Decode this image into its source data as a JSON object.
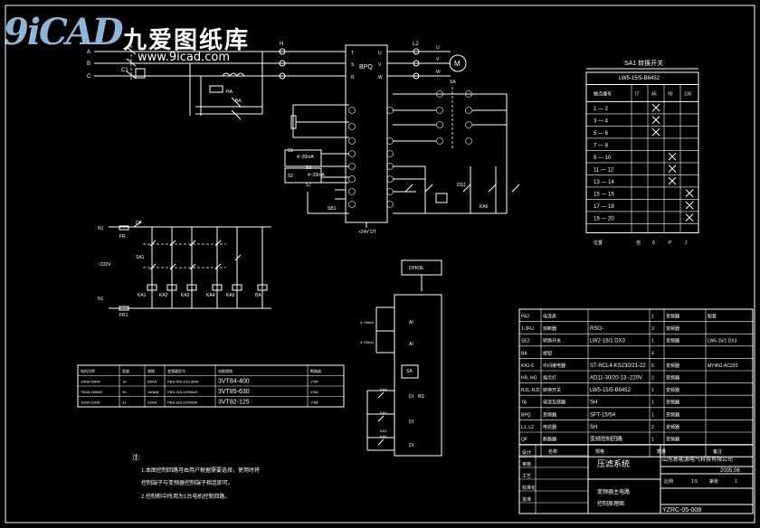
{
  "watermark": {
    "brand_mark": "9iCAD",
    "brand_name": "九爱图纸库",
    "url": "www.9icad.com"
  },
  "colors": {
    "background": "#000000",
    "lines": "#ffffff",
    "logo": "#8fb4d6"
  },
  "power": {
    "inputs": [
      "A",
      "B",
      "C"
    ],
    "breaker": "QF",
    "contactor": "C1",
    "drive_label": "BPQ",
    "drive_in_terminals": [
      "T",
      "S",
      "R"
    ],
    "drive_out_terminals": [
      "U",
      "V",
      "W"
    ],
    "output_reactor": "L2",
    "motor": "M",
    "bottom_voltage": "+24V DT",
    "analog_signal_1": "4~20mA",
    "analog_signal_2": "4~20mA",
    "labels": [
      "H",
      "HA",
      "BA",
      "SA",
      "DS1",
      "KA6",
      "S1",
      "S2",
      "S3",
      "S7",
      "SB1"
    ]
  },
  "control": {
    "neutral": "N1",
    "breaker": "QF",
    "voltage": "~220V",
    "labels": [
      "FR",
      "SA1",
      "KA1",
      "KA2",
      "KA3",
      "KA4",
      "KA5",
      "BA",
      "FR1",
      "N1"
    ]
  },
  "plc": {
    "label": "DPK0E",
    "module": "BS",
    "signals": [
      "AI",
      "DI",
      "SA",
      "KA4",
      "KA5",
      "KA6",
      "KA1",
      "4~20mA"
    ]
  },
  "sa1_table": {
    "title": "SA1 转换开关",
    "model": "LW5-15/5-B6452",
    "header": [
      "触点编号",
      "I7",
      "45",
      "90",
      "135"
    ],
    "rows": [
      {
        "contact": "1 — 2",
        "marks": [
          0,
          1,
          0,
          0
        ]
      },
      {
        "contact": "3 — 4",
        "marks": [
          0,
          1,
          0,
          0
        ]
      },
      {
        "contact": "5 — 6",
        "marks": [
          0,
          1,
          0,
          0
        ]
      },
      {
        "contact": "7 — 8",
        "marks": [
          0,
          0,
          0,
          0
        ]
      },
      {
        "contact": "9 — 10",
        "marks": [
          0,
          0,
          1,
          0
        ]
      },
      {
        "contact": "11 — 12",
        "marks": [
          0,
          0,
          1,
          0
        ]
      },
      {
        "contact": "13 — 14",
        "marks": [
          0,
          0,
          1,
          0
        ]
      },
      {
        "contact": "15 — 16",
        "marks": [
          0,
          0,
          0,
          1
        ]
      },
      {
        "contact": "17 — 18",
        "marks": [
          0,
          0,
          0,
          1
        ]
      },
      {
        "contact": "19 — 20",
        "marks": [
          0,
          0,
          0,
          1
        ]
      }
    ],
    "footer": [
      "位置",
      "自",
      "0",
      "P",
      "J"
    ]
  },
  "motor_table": {
    "header": [
      "电机功率",
      "容量",
      "规格",
      "变频器型号",
      "电缆规格",
      "断路器"
    ],
    "rows": [
      [
        "15kW-55kW",
        "18",
        "55kW",
        "PBS-500-2/21.8kW",
        "3VT84-400",
        "1*5A"
      ],
      [
        "75kW-160kW",
        "30",
        "160kW",
        "PBS-315-2/200kW",
        "3VT85-630",
        "1*5A"
      ],
      [
        "11kW-22kW",
        "31",
        "22kW",
        "PBS-315-2/200kW",
        "3VT82-125",
        "1*5A"
      ]
    ]
  },
  "bom_table": {
    "rows": [
      [
        "PA2",
        "电流表",
        "",
        "1",
        "变频器",
        "配套"
      ],
      [
        "1-3FU",
        "熔断器",
        "RSO-",
        "3",
        "变频器",
        ""
      ],
      [
        "SE2",
        "转换开关",
        "LW2-16/1 DX3",
        "1",
        "变频器",
        "LW5-15/1 DX3"
      ],
      [
        "BA",
        "按钮",
        "",
        "4",
        "",
        ""
      ],
      [
        "KA1-6",
        "中间继电器",
        "ST-RCL4-KS230/21-22",
        "5",
        "变频器",
        "MY4NJ-AC220"
      ],
      [
        "HR, HG",
        "指示灯",
        "AD11-30/20-13 -220V",
        "2",
        "变频器",
        ""
      ],
      [
        "RJ1, RJ2",
        "转换开关",
        "LW5-15/5-B6452",
        "1",
        "变频器",
        ""
      ],
      [
        "TA",
        "电流互感器",
        "SH",
        "1",
        "变频器",
        ""
      ],
      [
        "BPQ",
        "变频器",
        "SFT-15/5A",
        "1",
        "变频器",
        ""
      ],
      [
        "L1, L2",
        "电抗器",
        "SH",
        "2",
        "变频器",
        ""
      ],
      [
        "QF",
        "断路器",
        "变频控制回路",
        "1",
        "变频器",
        ""
      ]
    ],
    "header": [
      "",
      "名称",
      "规格",
      "数量",
      "",
      "备注"
    ]
  },
  "title_block": {
    "company": "山东新能源电气科技有限公司",
    "date": "2005.06",
    "drawing_name": "压滤系统",
    "description_1": "变频器主电路",
    "description_2": "控制原理图",
    "drawing_no": "YZRC-05-008",
    "scale_label": "比例",
    "scale": "1:5",
    "sheet_label": "第张",
    "sheet": "1",
    "rows": [
      "设计",
      "审核",
      "工艺",
      "标准化",
      "批准"
    ]
  },
  "notes": {
    "title": "注:",
    "line1": "1.本图控制回路可由用户根据需要选择，使用时将",
    "line2": "控制端子与变频器控制端子相连即可。",
    "line3": "2.控制柜中所用为1台电机控制回路。"
  }
}
